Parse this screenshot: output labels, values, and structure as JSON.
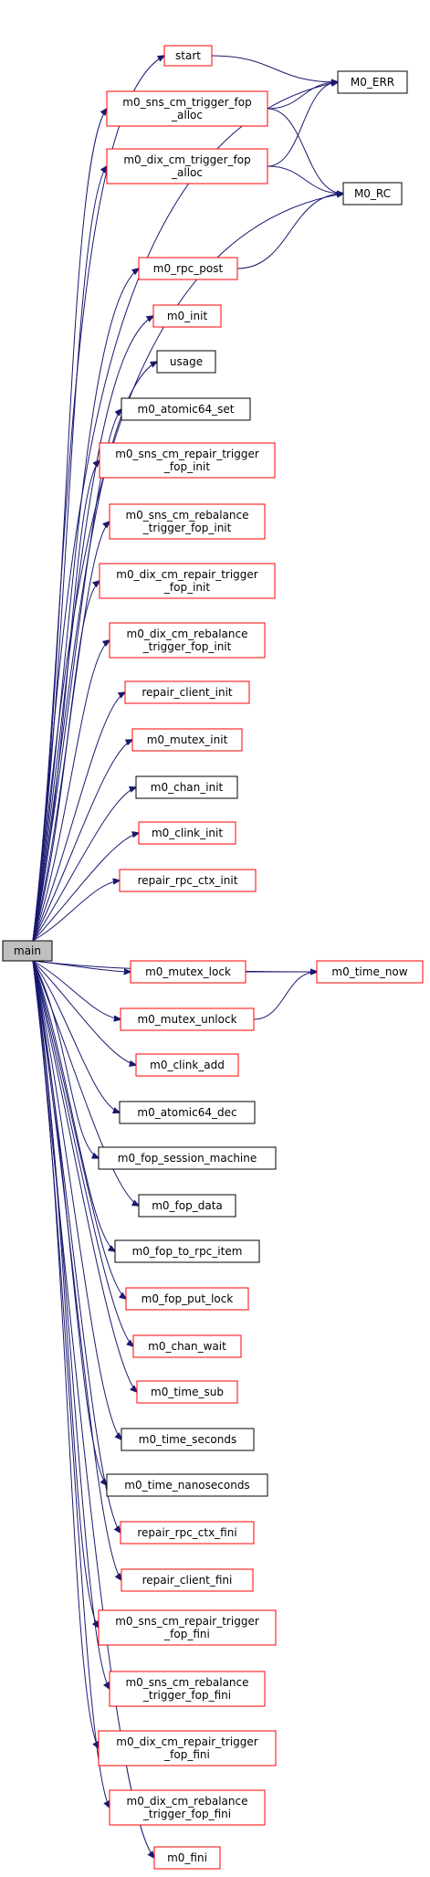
{
  "diagram": {
    "type": "call-graph",
    "edge_color": "#191970",
    "border_colors": {
      "red": "#ff0000",
      "black": "#000000"
    },
    "root_fill": "#bfbfbf",
    "nodes": [
      {
        "id": "main",
        "lines": [
          "main"
        ],
        "border": "black",
        "root": true
      },
      {
        "id": "start",
        "lines": [
          "start"
        ],
        "border": "red"
      },
      {
        "id": "m0_err",
        "lines": [
          "M0_ERR"
        ],
        "border": "black"
      },
      {
        "id": "sns_trig_alloc",
        "lines": [
          "m0_sns_cm_trigger_fop",
          "_alloc"
        ],
        "border": "red"
      },
      {
        "id": "dix_trig_alloc",
        "lines": [
          "m0_dix_cm_trigger_fop",
          "_alloc"
        ],
        "border": "red"
      },
      {
        "id": "m0_rc",
        "lines": [
          "M0_RC"
        ],
        "border": "black"
      },
      {
        "id": "rpc_post",
        "lines": [
          "m0_rpc_post"
        ],
        "border": "red"
      },
      {
        "id": "m0_init",
        "lines": [
          "m0_init"
        ],
        "border": "red"
      },
      {
        "id": "usage",
        "lines": [
          "usage"
        ],
        "border": "black"
      },
      {
        "id": "atomic64_set",
        "lines": [
          "m0_atomic64_set"
        ],
        "border": "black"
      },
      {
        "id": "sns_repair_init",
        "lines": [
          "m0_sns_cm_repair_trigger",
          "_fop_init"
        ],
        "border": "red"
      },
      {
        "id": "sns_rebal_init",
        "lines": [
          "m0_sns_cm_rebalance",
          "_trigger_fop_init"
        ],
        "border": "red"
      },
      {
        "id": "dix_repair_init",
        "lines": [
          "m0_dix_cm_repair_trigger",
          "_fop_init"
        ],
        "border": "red"
      },
      {
        "id": "dix_rebal_init",
        "lines": [
          "m0_dix_cm_rebalance",
          "_trigger_fop_init"
        ],
        "border": "red"
      },
      {
        "id": "repair_client_init",
        "lines": [
          "repair_client_init"
        ],
        "border": "red"
      },
      {
        "id": "mutex_init",
        "lines": [
          "m0_mutex_init"
        ],
        "border": "red"
      },
      {
        "id": "chan_init",
        "lines": [
          "m0_chan_init"
        ],
        "border": "black"
      },
      {
        "id": "clink_init",
        "lines": [
          "m0_clink_init"
        ],
        "border": "red"
      },
      {
        "id": "rpc_ctx_init",
        "lines": [
          "repair_rpc_ctx_init"
        ],
        "border": "red"
      },
      {
        "id": "mutex_lock",
        "lines": [
          "m0_mutex_lock"
        ],
        "border": "red"
      },
      {
        "id": "time_now",
        "lines": [
          "m0_time_now"
        ],
        "border": "red"
      },
      {
        "id": "mutex_unlock",
        "lines": [
          "m0_mutex_unlock"
        ],
        "border": "red"
      },
      {
        "id": "clink_add",
        "lines": [
          "m0_clink_add"
        ],
        "border": "red"
      },
      {
        "id": "atomic64_dec",
        "lines": [
          "m0_atomic64_dec"
        ],
        "border": "black"
      },
      {
        "id": "fop_session_machine",
        "lines": [
          "m0_fop_session_machine"
        ],
        "border": "black"
      },
      {
        "id": "fop_data",
        "lines": [
          "m0_fop_data"
        ],
        "border": "black"
      },
      {
        "id": "fop_to_rpc_item",
        "lines": [
          "m0_fop_to_rpc_item"
        ],
        "border": "black"
      },
      {
        "id": "fop_put_lock",
        "lines": [
          "m0_fop_put_lock"
        ],
        "border": "red"
      },
      {
        "id": "chan_wait",
        "lines": [
          "m0_chan_wait"
        ],
        "border": "red"
      },
      {
        "id": "time_sub",
        "lines": [
          "m0_time_sub"
        ],
        "border": "red"
      },
      {
        "id": "time_seconds",
        "lines": [
          "m0_time_seconds"
        ],
        "border": "black"
      },
      {
        "id": "time_nanoseconds",
        "lines": [
          "m0_time_nanoseconds"
        ],
        "border": "black"
      },
      {
        "id": "rpc_ctx_fini",
        "lines": [
          "repair_rpc_ctx_fini"
        ],
        "border": "red"
      },
      {
        "id": "repair_client_fini",
        "lines": [
          "repair_client_fini"
        ],
        "border": "red"
      },
      {
        "id": "sns_repair_fini",
        "lines": [
          "m0_sns_cm_repair_trigger",
          "_fop_fini"
        ],
        "border": "red"
      },
      {
        "id": "sns_rebal_fini",
        "lines": [
          "m0_sns_cm_rebalance",
          "_trigger_fop_fini"
        ],
        "border": "red"
      },
      {
        "id": "dix_repair_fini",
        "lines": [
          "m0_dix_cm_repair_trigger",
          "_fop_fini"
        ],
        "border": "red"
      },
      {
        "id": "dix_rebal_fini",
        "lines": [
          "m0_dix_cm_rebalance",
          "_trigger_fop_fini"
        ],
        "border": "red"
      },
      {
        "id": "m0_fini",
        "lines": [
          "m0_fini"
        ],
        "border": "red"
      }
    ],
    "edges": [
      [
        "main",
        "m0_err"
      ],
      [
        "main",
        "start"
      ],
      [
        "main",
        "sns_trig_alloc"
      ],
      [
        "main",
        "dix_trig_alloc"
      ],
      [
        "main",
        "m0_rc"
      ],
      [
        "main",
        "rpc_post"
      ],
      [
        "main",
        "m0_init"
      ],
      [
        "main",
        "usage"
      ],
      [
        "main",
        "atomic64_set"
      ],
      [
        "main",
        "sns_repair_init"
      ],
      [
        "main",
        "sns_rebal_init"
      ],
      [
        "main",
        "dix_repair_init"
      ],
      [
        "main",
        "dix_rebal_init"
      ],
      [
        "main",
        "repair_client_init"
      ],
      [
        "main",
        "mutex_init"
      ],
      [
        "main",
        "chan_init"
      ],
      [
        "main",
        "clink_init"
      ],
      [
        "main",
        "rpc_ctx_init"
      ],
      [
        "main",
        "time_now"
      ],
      [
        "main",
        "mutex_lock"
      ],
      [
        "main",
        "mutex_unlock"
      ],
      [
        "main",
        "clink_add"
      ],
      [
        "main",
        "atomic64_dec"
      ],
      [
        "main",
        "fop_session_machine"
      ],
      [
        "main",
        "fop_data"
      ],
      [
        "main",
        "fop_to_rpc_item"
      ],
      [
        "main",
        "fop_put_lock"
      ],
      [
        "main",
        "chan_wait"
      ],
      [
        "main",
        "time_sub"
      ],
      [
        "main",
        "time_seconds"
      ],
      [
        "main",
        "time_nanoseconds"
      ],
      [
        "main",
        "rpc_ctx_fini"
      ],
      [
        "main",
        "repair_client_fini"
      ],
      [
        "main",
        "sns_repair_fini"
      ],
      [
        "main",
        "sns_rebal_fini"
      ],
      [
        "main",
        "dix_repair_fini"
      ],
      [
        "main",
        "dix_rebal_fini"
      ],
      [
        "main",
        "m0_fini"
      ],
      [
        "start",
        "m0_err"
      ],
      [
        "sns_trig_alloc",
        "m0_err"
      ],
      [
        "sns_trig_alloc",
        "m0_rc"
      ],
      [
        "dix_trig_alloc",
        "m0_err"
      ],
      [
        "dix_trig_alloc",
        "m0_rc"
      ],
      [
        "rpc_post",
        "m0_rc"
      ],
      [
        "mutex_lock",
        "time_now"
      ],
      [
        "mutex_unlock",
        "time_now"
      ]
    ]
  }
}
